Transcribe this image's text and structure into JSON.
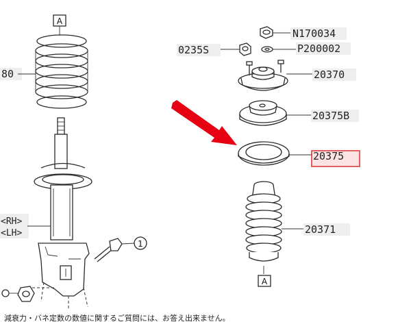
{
  "diagram": {
    "box_top_letter": "A",
    "box_bottom_letter": "A",
    "circle_number": "1",
    "labels": {
      "p20380": "80",
      "rh": "<RH>",
      "lh": "<LH>",
      "p0235s": "0235S",
      "n170034": "N170034",
      "p200002": "P200002",
      "p20370": "20370",
      "p20375b": "20375B",
      "p20375": "20375",
      "p20371": "20371"
    },
    "footnote": "減衰力・バネ定数の数値に関するご質問には、お答え出来ません。",
    "colors": {
      "arrow": "#e60012",
      "highlight": "#e05050",
      "highlight_fill": "#fbe3e3",
      "line": "#2a2a2a"
    }
  }
}
